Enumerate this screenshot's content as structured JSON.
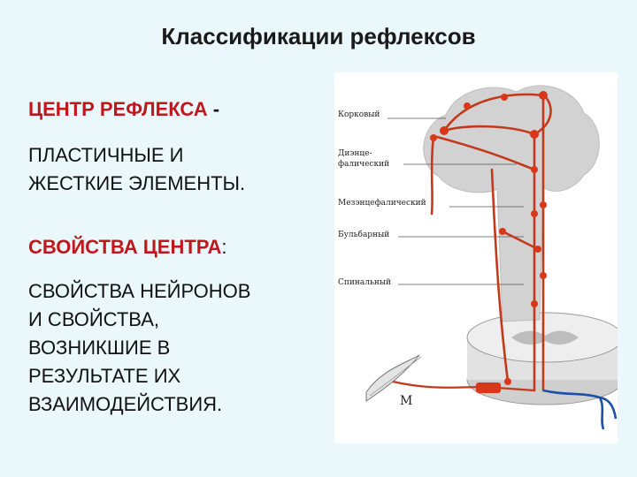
{
  "title": "Классификации рефлексов",
  "center_heading": "ЦЕНТР РЕФЛЕКСА",
  "center_dash": " -",
  "elements_lines": [
    "ПЛАСТИЧНЫЕ И",
    "ЖЕСТКИЕ ЭЛЕМЕНТЫ."
  ],
  "properties_heading": "СВОЙСТВА ЦЕНТРА",
  "properties_colon": ":",
  "properties_lines": [
    "СВОЙСТВА НЕЙРОНОВ",
    "И СВОЙСТВА,",
    "ВОЗНИКШИЕ В",
    "РЕЗУЛЬТАТЕ ИХ",
    "ВЗАИМОДЕЙСТВИЯ."
  ],
  "figure": {
    "labels": {
      "cortical": "Корковый",
      "dienc_1": "Диэнце-",
      "dienc_2": "фалический",
      "mesenc": "Мезэнцефалический",
      "bulbar": "Бульбарный",
      "spinal": "Спинальный",
      "muscle": "М"
    },
    "colors": {
      "nerve": "#c2391b",
      "node": "#d9361a",
      "tissue": "#d4d4d4",
      "sensory": "#1d4fa8"
    }
  }
}
